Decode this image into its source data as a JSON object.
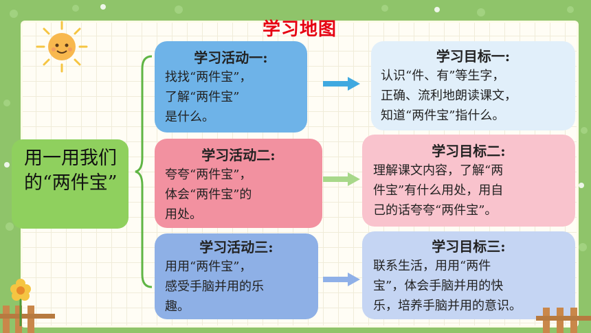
{
  "title": "学习地图",
  "main_topic": "用一用我们的“两件宝”",
  "activities": [
    {
      "heading": "学习活动一:",
      "lines": [
        "找找“两件宝”，",
        "了解“两件宝”",
        "是什么。"
      ]
    },
    {
      "heading": "学习活动二:",
      "lines": [
        "夸夸“两件宝”，",
        "体会“两件宝”的",
        "用处。"
      ]
    },
    {
      "heading": "学习活动三:",
      "lines": [
        "用用“两件宝”，",
        "感受手脑并用的乐",
        "趣。"
      ]
    }
  ],
  "goals": [
    {
      "heading": "学习目标一:",
      "lines": [
        "认识“件、有”等生字，",
        "正确、流利地朗读课文，",
        "知道“两件宝”指什么。"
      ]
    },
    {
      "heading": "学习目标二:",
      "lines": [
        "理解课文内容，了解“两",
        "件宝”有什么用处，用自",
        "己的话夸夸“两件宝”。"
      ]
    },
    {
      "heading": "学习目标三:",
      "lines": [
        "联系生活，用用“两件",
        "宝”，体会手脑并用的快",
        "乐，培养手脑并用的意识。"
      ]
    }
  ],
  "colors": {
    "title": "#e60012",
    "activity1": "#6eb3e8",
    "activity2": "#f291a0",
    "activity3": "#8eb0e6",
    "goal1": "#e1effa",
    "goal2": "#f9c3cd",
    "goal3": "#c5d5f3",
    "main": "#8fd05e",
    "arrow1": "#3fa9e0",
    "arrow2": "#a8d88a",
    "arrow3": "#8fb0e8"
  }
}
